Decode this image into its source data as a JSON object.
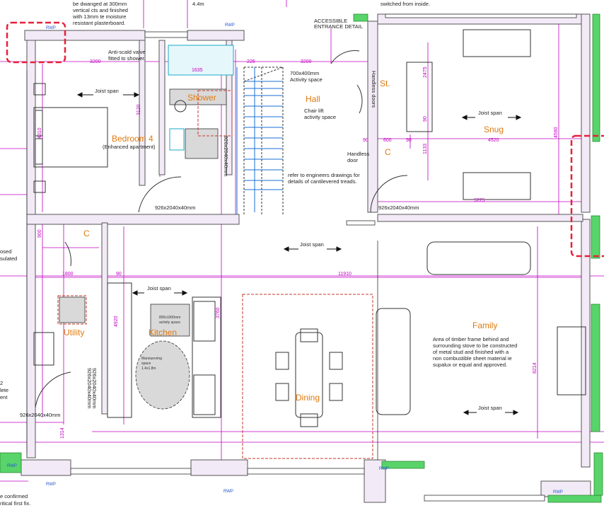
{
  "rooms": {
    "bedroom": "Bedroom 4",
    "bedroom_sub": "(Enhanced apartment)",
    "shower": "Shower",
    "hall": "Hall",
    "st": "St.",
    "c_hall": "C",
    "snug": "Snug",
    "c_left": "C",
    "utility": "Utility",
    "kitchen": "Kitchen",
    "dining": "Dining",
    "family": "Family"
  },
  "notes": {
    "top_left": [
      "be dwanged at 300mm",
      "vertical cts and finished",
      "with 13mm te moisture",
      "resistant plasterboard."
    ],
    "top_mid": "4.4m",
    "accessible": [
      "ACCESSIBLE",
      "ENTRANCE DETAIL"
    ],
    "switched": "switched from inside.",
    "anti_scald": [
      "Anti-scald valve",
      "fitted to shower."
    ],
    "activity": [
      "700x400mm",
      "Activity space"
    ],
    "chair_lift": [
      "Chair lift",
      "activity space"
    ],
    "handless_doors": "Handless doors",
    "handless_door": [
      "Handless",
      "door"
    ],
    "engineers": [
      "refer to engineers drawings for",
      "details of cantilevered treads."
    ],
    "kitchen_activity": [
      "800x1000mm",
      "activity space"
    ],
    "manoeuvring": [
      "Manouevring",
      "space",
      "1.4x1.8m"
    ],
    "family_note": [
      "Area of timber frame behind and",
      "surrounding stove to be constructed",
      "of metal stud and finished with a",
      "non combustible sheet material ie",
      "supalux or equal and approved."
    ],
    "left_edge": [
      "osed",
      "sulated"
    ],
    "left_edge2": [
      "2",
      "lete",
      "ent"
    ],
    "bottom_left": [
      "e confirmed",
      "ritical first fix."
    ],
    "joist": "Joist span",
    "rwp": "RWP"
  },
  "doors": {
    "d1": "926x2040x40mm",
    "d2": "926x2040x40mm",
    "d3": "926x2040x40mm",
    "d_vert1": "926x2040x40mm",
    "d_vert2": "926x2040x40mm",
    "d_vert3": "926x2040x40mm"
  },
  "dims": {
    "d3200a": "3200",
    "d3200b": "3200",
    "d1635": "1635",
    "d225": "225",
    "d3120": "3120",
    "d4310": "4310",
    "d2475": "2475",
    "d90a": "90",
    "d90b": "90",
    "d90c": "90",
    "d600": "600",
    "d4520": "4520",
    "d1133": "1133",
    "d4590": "4590",
    "d5225": "5225",
    "d1800": "1800",
    "d11910": "11910",
    "d90d": "90",
    "d4920": "4920",
    "d3760": "3760",
    "d900": "900",
    "d1314": "1314",
    "d8214": "8214"
  }
}
